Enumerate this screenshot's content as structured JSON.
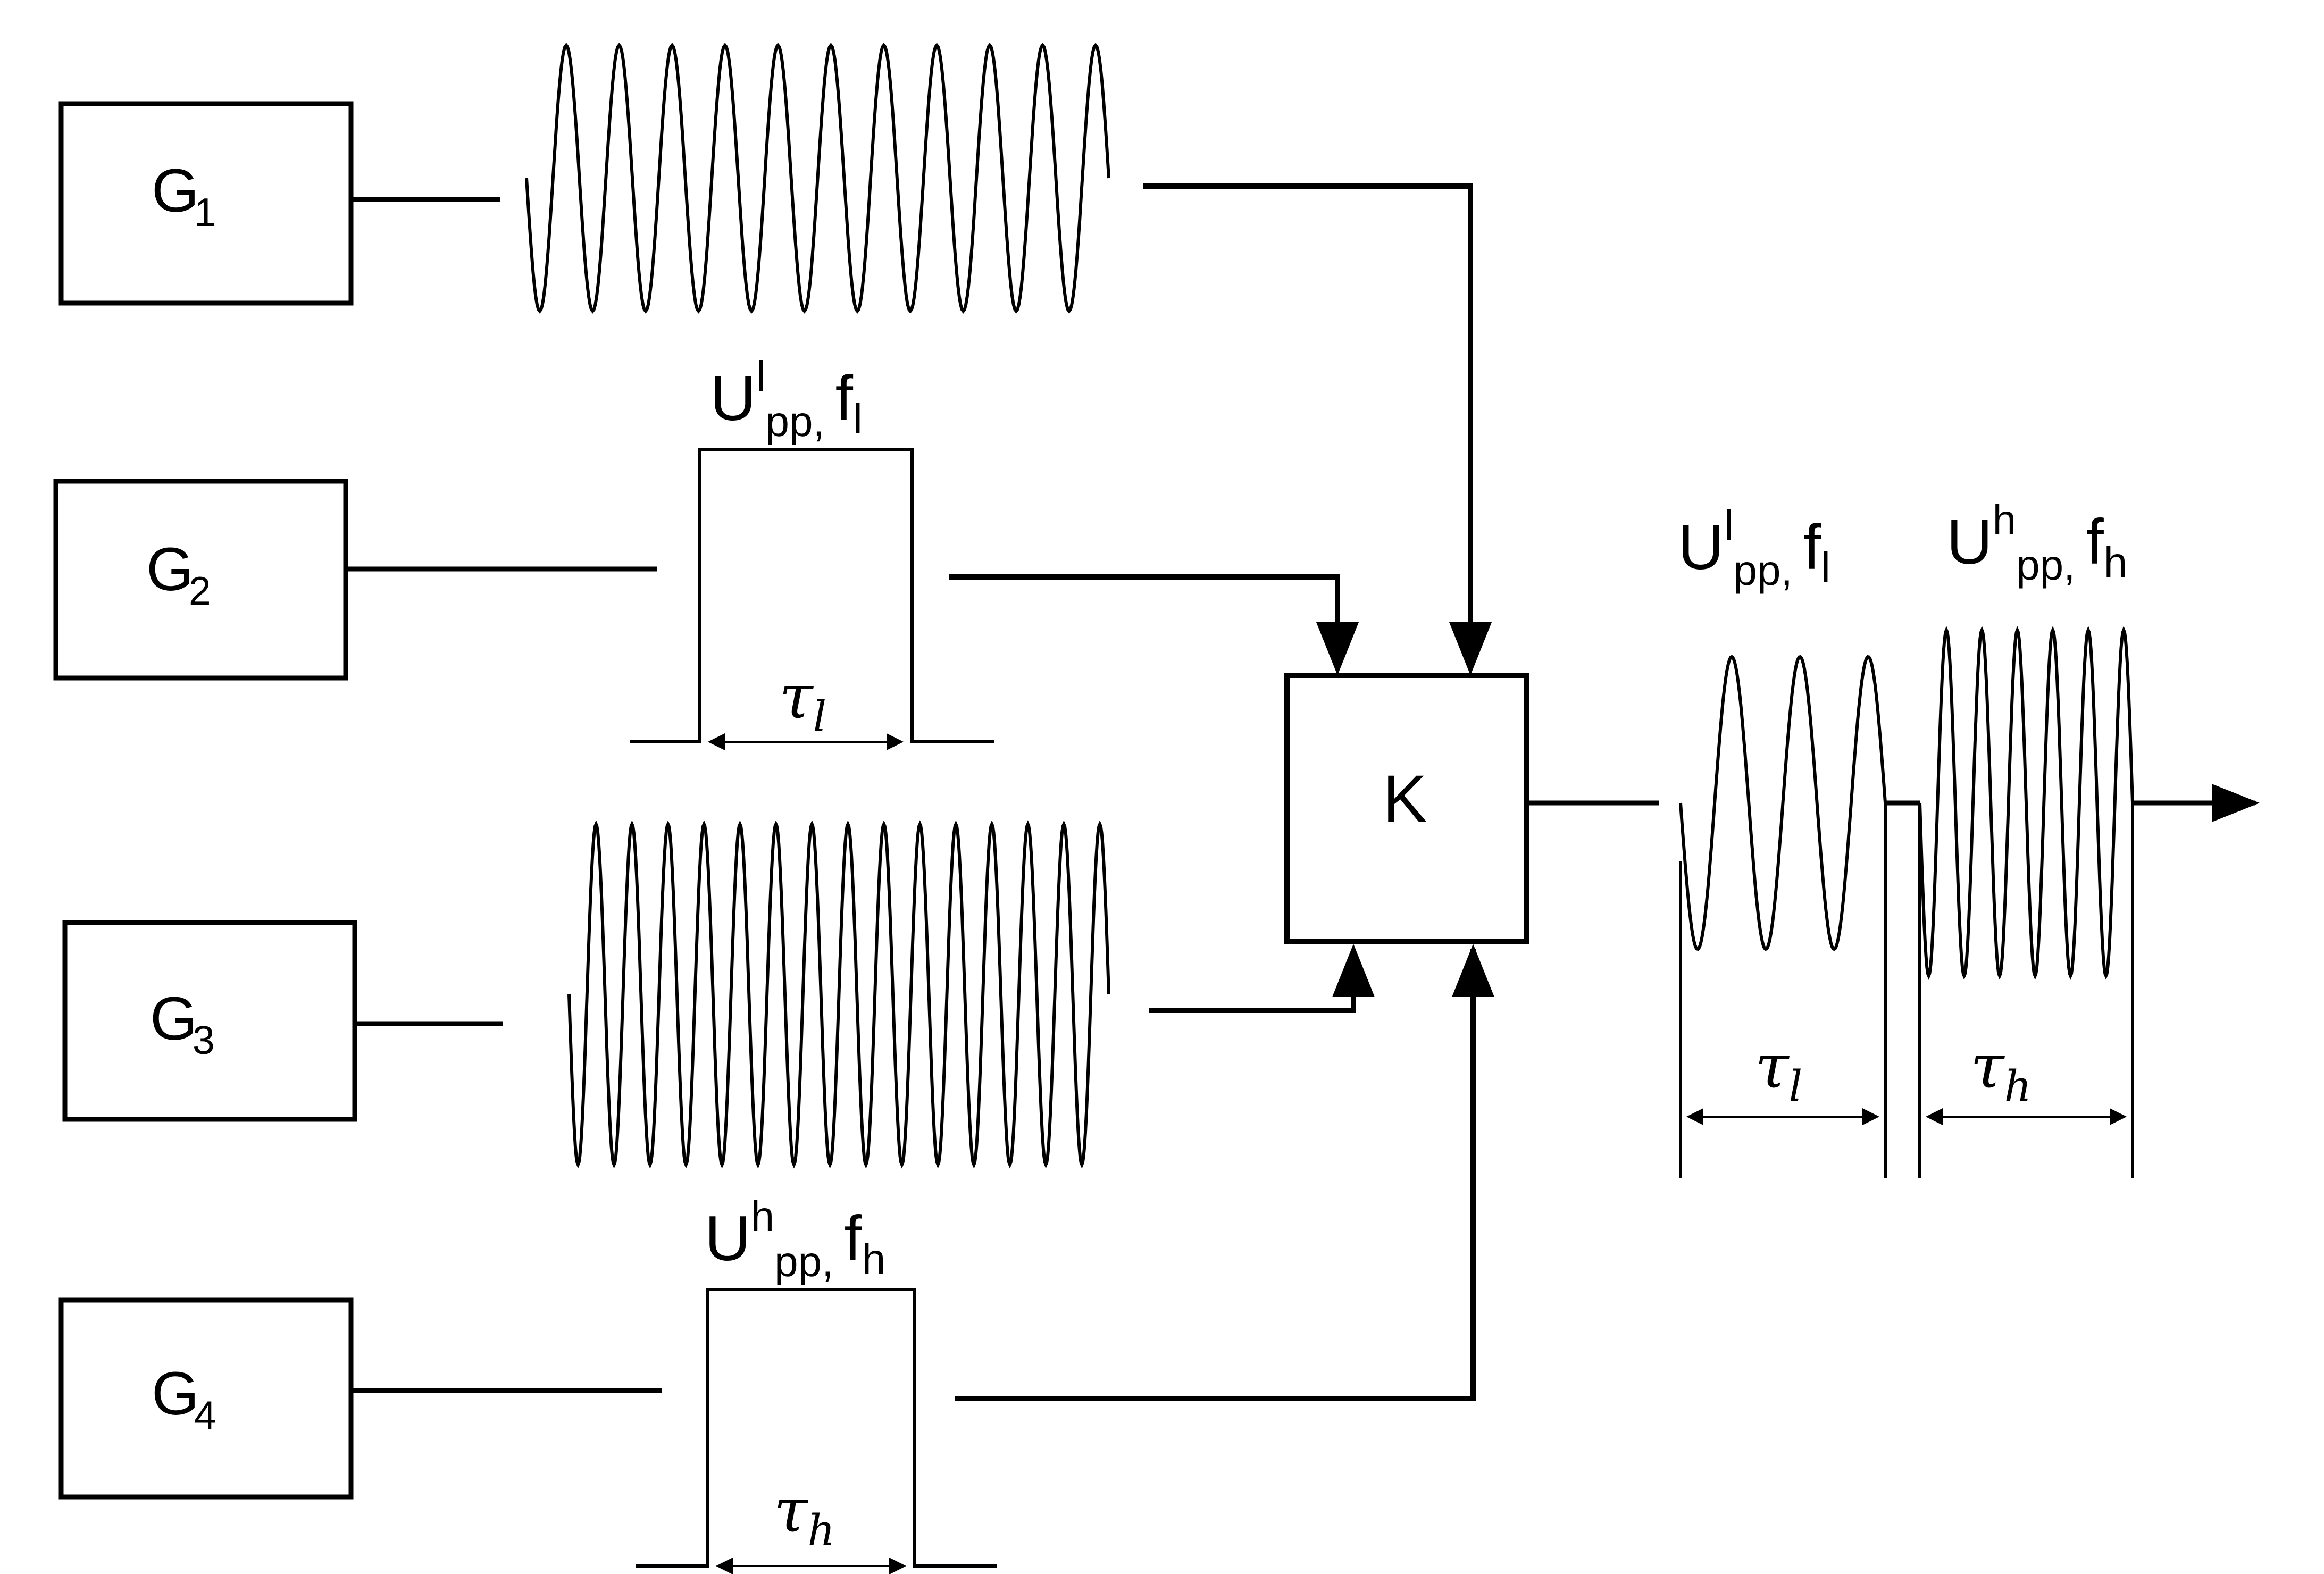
{
  "diagram": {
    "generators": [
      {
        "letter": "G",
        "index": "1"
      },
      {
        "letter": "G",
        "index": "2"
      },
      {
        "letter": "G",
        "index": "3"
      },
      {
        "letter": "G",
        "index": "4"
      }
    ],
    "combiner": {
      "label": "K"
    },
    "pulse_low": {
      "label": {
        "u": "U",
        "u_sup": "l",
        "pp": "pp,",
        "f": "f",
        "f_sub": "l"
      },
      "width": {
        "tau": "τ",
        "sub": "l"
      }
    },
    "pulse_high": {
      "label": {
        "u": "U",
        "u_sup": "h",
        "pp": "pp,",
        "f": "f",
        "f_sub": "h"
      },
      "width": {
        "tau": "τ",
        "sub": "h"
      }
    },
    "output": {
      "low_label": {
        "u": "U",
        "u_sup": "l",
        "pp": "pp,",
        "f": "f",
        "f_sub": "l"
      },
      "high_label": {
        "u": "U",
        "u_sup": "h",
        "pp": "pp,",
        "f": "f",
        "f_sub": "h"
      },
      "low_width": {
        "tau": "τ",
        "sub": "l"
      },
      "high_width": {
        "tau": "τ",
        "sub": "h"
      }
    }
  }
}
